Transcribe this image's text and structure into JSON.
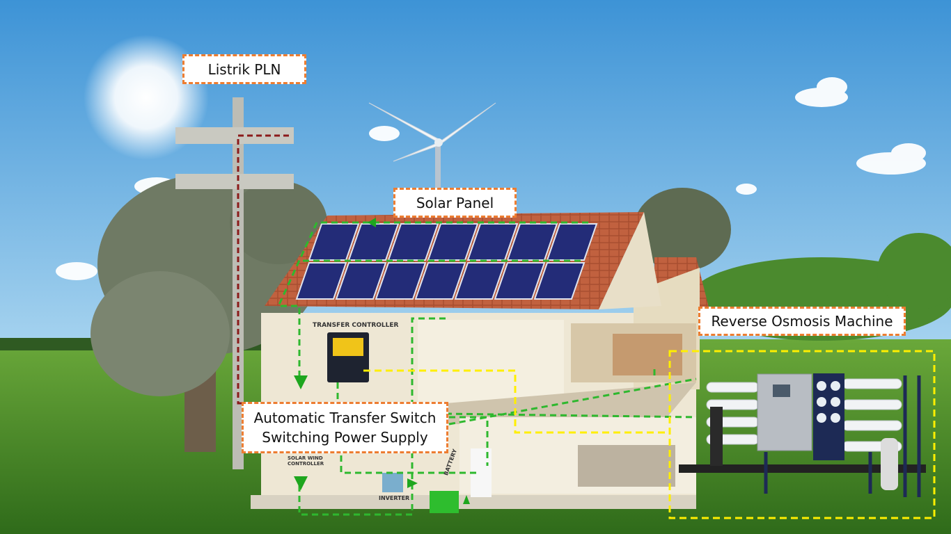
{
  "labels": {
    "grid": "Listrik PLN",
    "solar": "Solar Panel",
    "ro": "Reverse Osmosis Machine",
    "ats_line1": "Automatic Transfer Switch",
    "ats_line2": "Switching Power Supply"
  },
  "device_labels": {
    "transfer_controller": "TRANSFER CONTROLLER",
    "solar_wind_controller": "SOLAR WIND CONTROLLER",
    "inverter": "INVERTER",
    "battery": "BATTERY"
  },
  "colors": {
    "label_border": "#ed7d31",
    "power_flow": "#2eb82e",
    "grid_line": "#8b1a1a",
    "highlight": "#ffef00"
  }
}
